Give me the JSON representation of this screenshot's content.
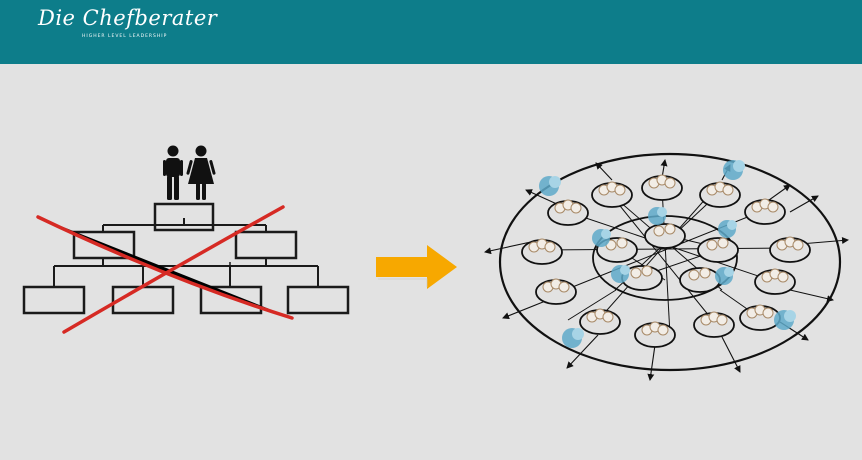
{
  "header": {
    "logo_script": "Die Chefberater",
    "logo_tagline": "HIGHER LEVEL LEADERSHIP",
    "background_color": "#0d7d8a"
  },
  "diagram": {
    "left_figure": "hierarchy-pyramid-crossed-out",
    "top_figures": [
      "man-icon",
      "woman-icon"
    ],
    "transition": "arrow-right",
    "arrow_color": "#f7a800",
    "cross_color": "#d62a24",
    "right_figure": "circular-network-of-teams"
  }
}
